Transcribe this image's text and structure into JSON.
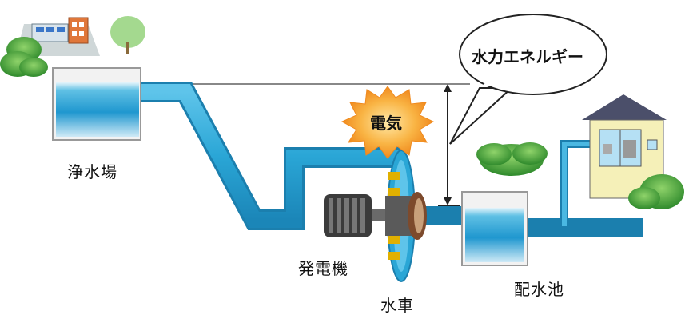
{
  "labels": {
    "purification_plant": "浄水場",
    "generator": "発電機",
    "water_turbine": "水車",
    "distribution_reservoir": "配水池"
  },
  "callouts": {
    "electricity": "電気",
    "hydro_energy": "水力エネルギー"
  },
  "colors": {
    "water": "#2aa6d6",
    "water_outline": "#1b7fae",
    "burst": "#f7a23a",
    "tree": "#4faa3b",
    "house_wall": "#f5f0b8",
    "roof": "#4b4f6a"
  }
}
